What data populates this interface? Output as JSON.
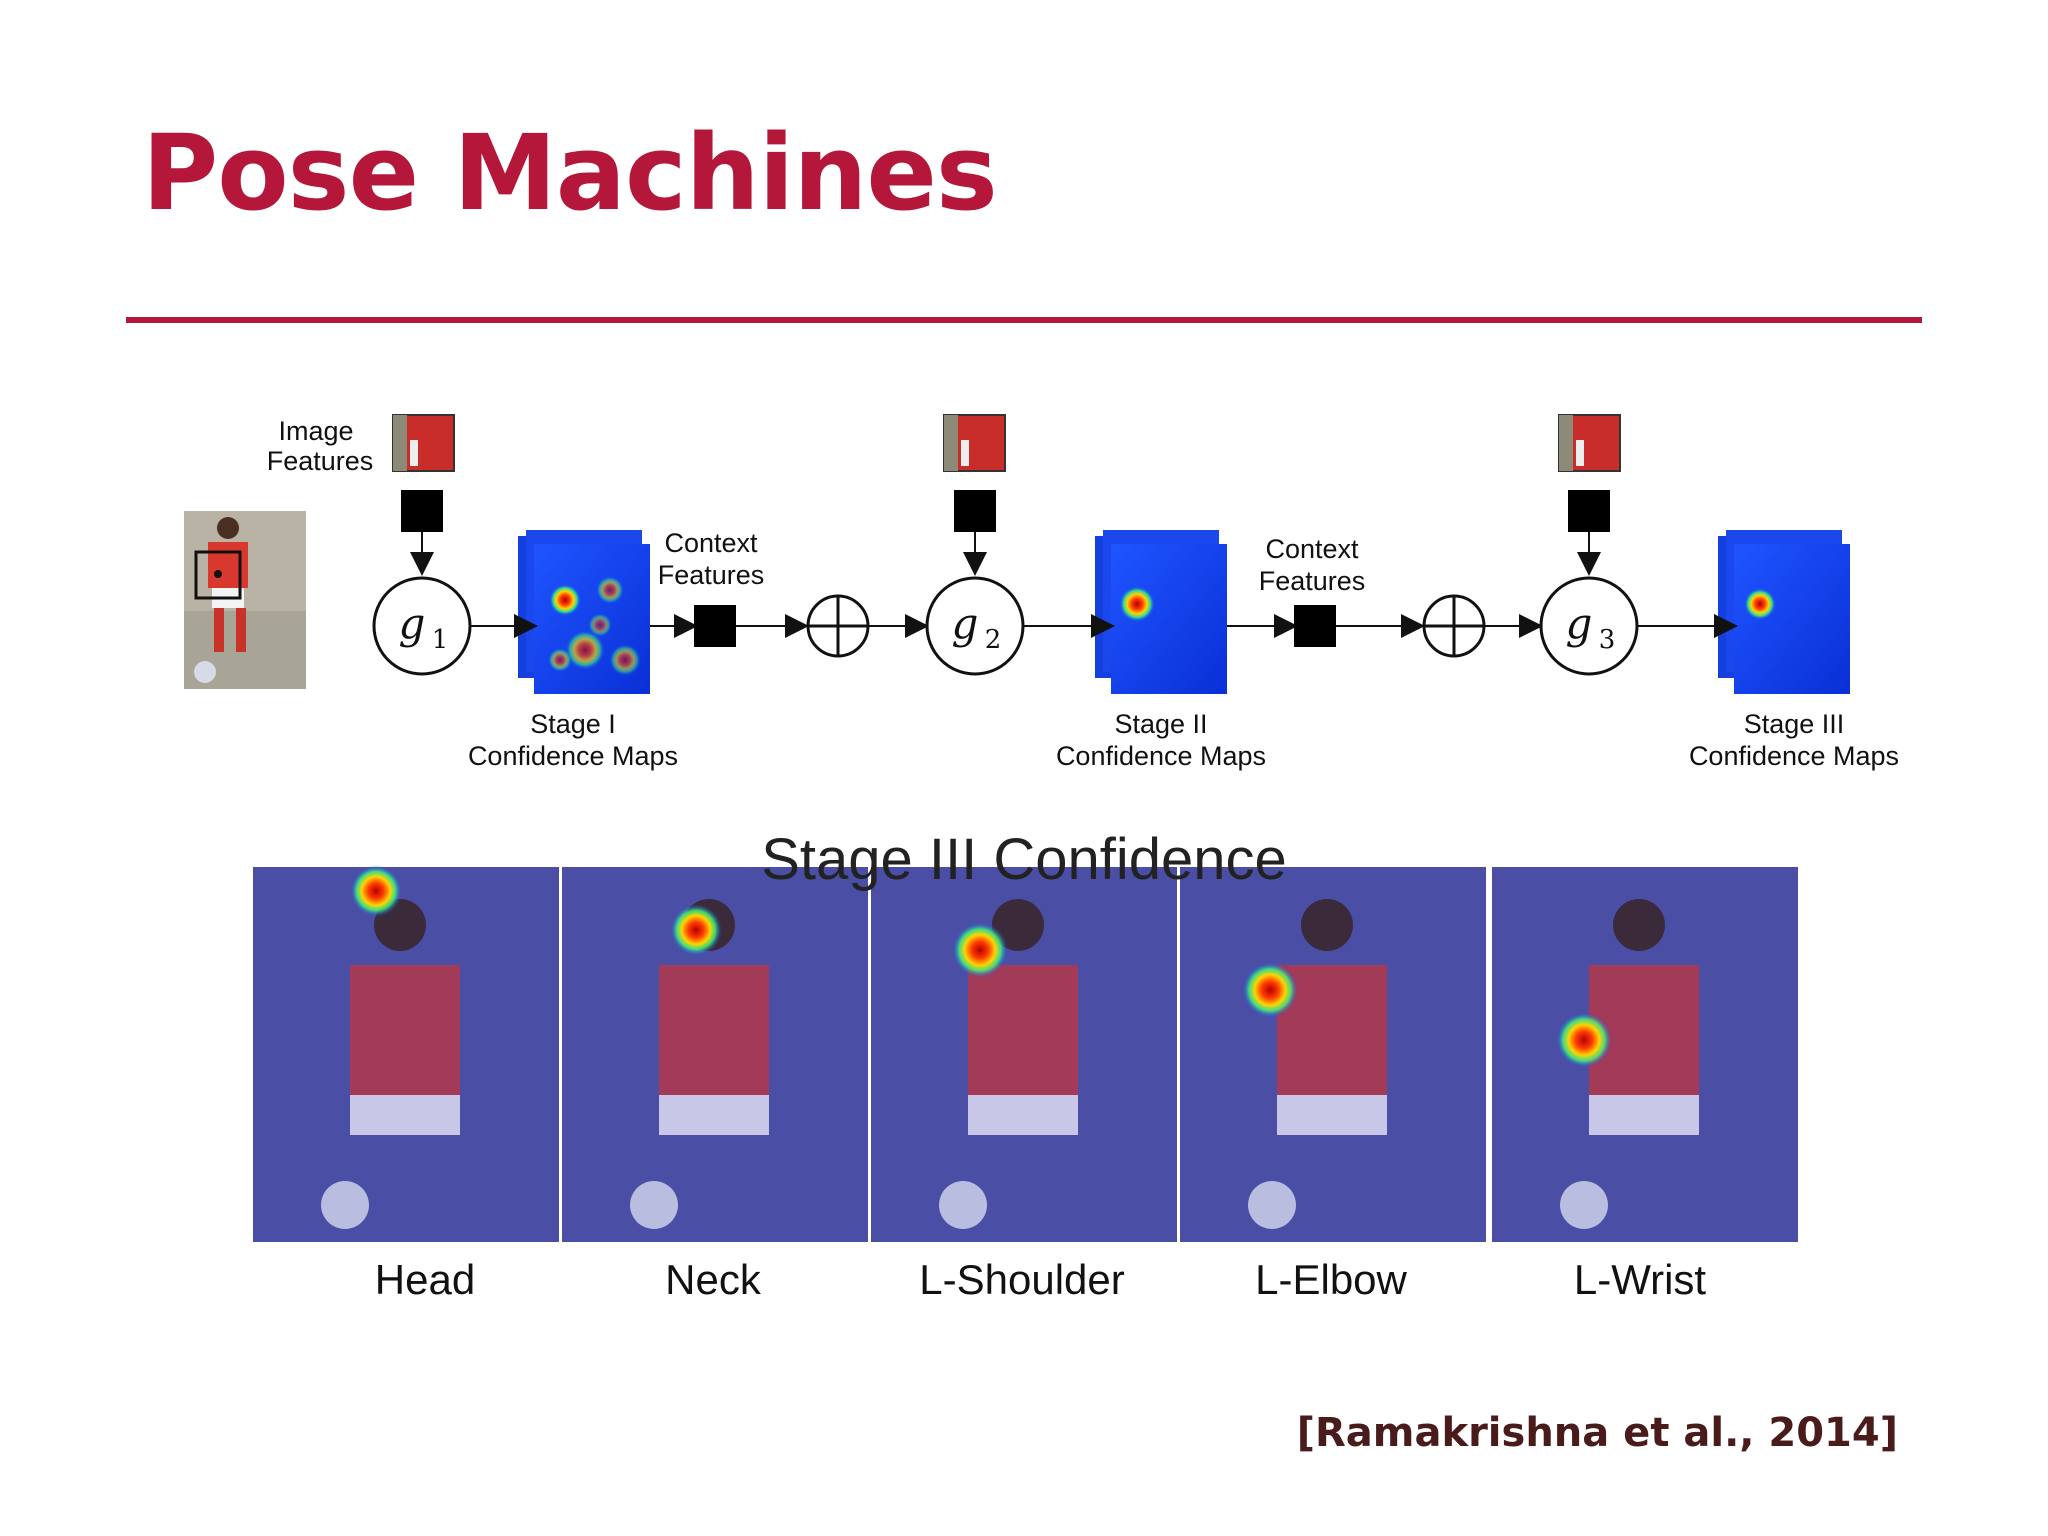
{
  "slide": {
    "title": "Pose Machines",
    "citation": "[Ramakrishna et al., 2014]",
    "accent_color": "#b5173a"
  },
  "diagram": {
    "image_features_label": [
      "Image",
      "Features"
    ],
    "context_features_label": [
      "Context",
      "Features"
    ],
    "stage_nodes": [
      "g1",
      "g2",
      "g3"
    ],
    "stage_maps": [
      [
        "Stage I",
        "Confidence Maps"
      ],
      [
        "Stage II",
        "Confidence Maps"
      ],
      [
        "Stage III",
        "Confidence Maps"
      ]
    ],
    "sum_symbol": "⊕"
  },
  "confidence_panel": {
    "title": "Stage III Confidence",
    "parts": [
      "Head",
      "Neck",
      "L-Shoulder",
      "L-Elbow",
      "L-Wrist"
    ]
  }
}
